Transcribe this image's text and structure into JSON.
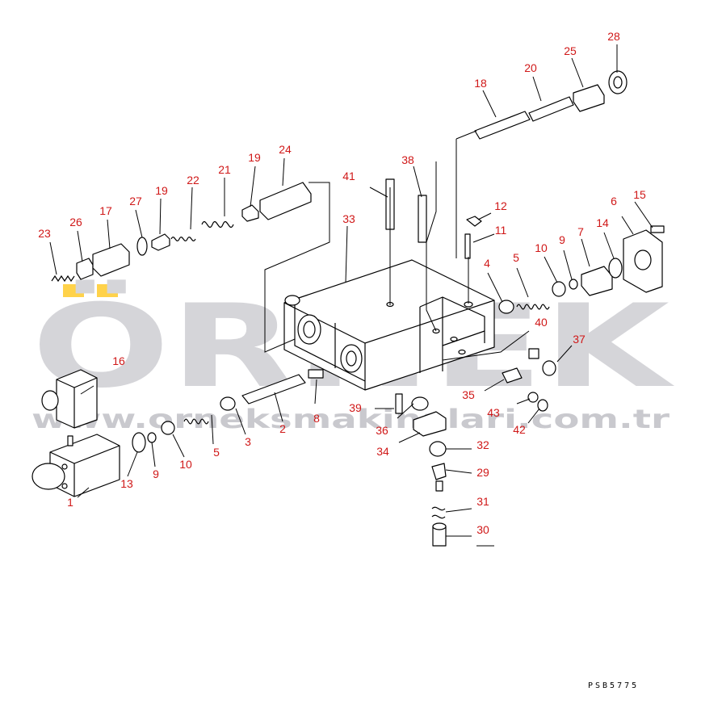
{
  "colors": {
    "callout": "#d01818",
    "line": "#000000",
    "watermark": "#d5d5d9",
    "watermark_accent": "#ffd24a",
    "background": "#ffffff"
  },
  "watermark": {
    "brand": "ÖRNEK",
    "url": "www.orneksmakinalari.com.tr"
  },
  "drawing_code": "PSB5775",
  "callouts": [
    {
      "id": "c28",
      "text": "28"
    },
    {
      "id": "c20",
      "text": "20"
    },
    {
      "id": "c25",
      "text": "25"
    },
    {
      "id": "c18",
      "text": "18"
    },
    {
      "id": "c24",
      "text": "24"
    },
    {
      "id": "c19a",
      "text": "19"
    },
    {
      "id": "c21",
      "text": "21"
    },
    {
      "id": "c22",
      "text": "22"
    },
    {
      "id": "c19b",
      "text": "19"
    },
    {
      "id": "c27",
      "text": "27"
    },
    {
      "id": "c17",
      "text": "17"
    },
    {
      "id": "c26",
      "text": "26"
    },
    {
      "id": "c23",
      "text": "23"
    },
    {
      "id": "c41",
      "text": "41"
    },
    {
      "id": "c38",
      "text": "38"
    },
    {
      "id": "c33",
      "text": "33"
    },
    {
      "id": "c12",
      "text": "12"
    },
    {
      "id": "c11",
      "text": "11"
    },
    {
      "id": "c6",
      "text": "6"
    },
    {
      "id": "c15",
      "text": "15"
    },
    {
      "id": "c14",
      "text": "14"
    },
    {
      "id": "c7",
      "text": "7"
    },
    {
      "id": "c9a",
      "text": "9"
    },
    {
      "id": "c10a",
      "text": "10"
    },
    {
      "id": "c5a",
      "text": "5"
    },
    {
      "id": "c4",
      "text": "4"
    },
    {
      "id": "c40",
      "text": "40"
    },
    {
      "id": "c37",
      "text": "37"
    },
    {
      "id": "c16",
      "text": "16"
    },
    {
      "id": "c8",
      "text": "8"
    },
    {
      "id": "c2",
      "text": "2"
    },
    {
      "id": "c3",
      "text": "3"
    },
    {
      "id": "c5b",
      "text": "5"
    },
    {
      "id": "c10b",
      "text": "10"
    },
    {
      "id": "c9b",
      "text": "9"
    },
    {
      "id": "c13",
      "text": "13"
    },
    {
      "id": "c1",
      "text": "1"
    },
    {
      "id": "c39",
      "text": "39"
    },
    {
      "id": "c36",
      "text": "36"
    },
    {
      "id": "c34",
      "text": "34"
    },
    {
      "id": "c35",
      "text": "35"
    },
    {
      "id": "c43",
      "text": "43"
    },
    {
      "id": "c42",
      "text": "42"
    },
    {
      "id": "c32",
      "text": "32"
    },
    {
      "id": "c29",
      "text": "29"
    },
    {
      "id": "c31",
      "text": "31"
    },
    {
      "id": "c30",
      "text": "30"
    }
  ]
}
